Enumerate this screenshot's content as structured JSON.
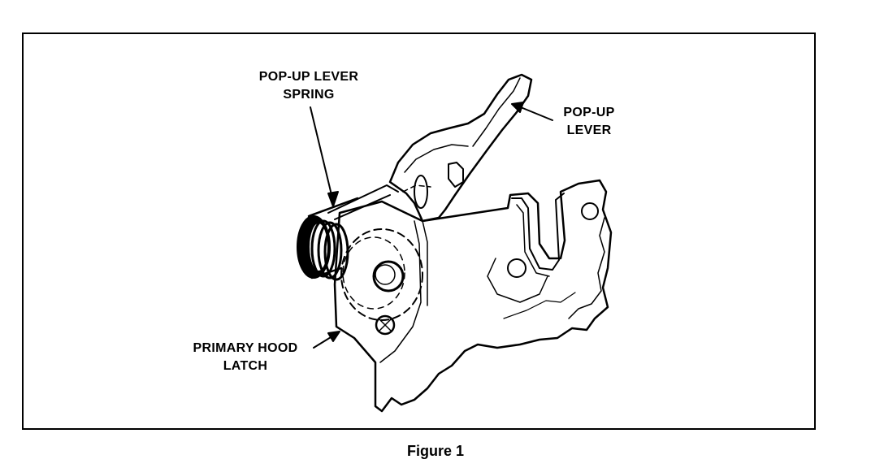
{
  "figure": {
    "caption": "Figure 1",
    "labels": {
      "popup_lever_spring": [
        "POP-UP LEVER",
        "SPRING"
      ],
      "popup_lever": [
        "POP-UP",
        "LEVER"
      ],
      "primary_hood_latch": [
        "PRIMARY HOOD",
        "LATCH"
      ]
    }
  }
}
